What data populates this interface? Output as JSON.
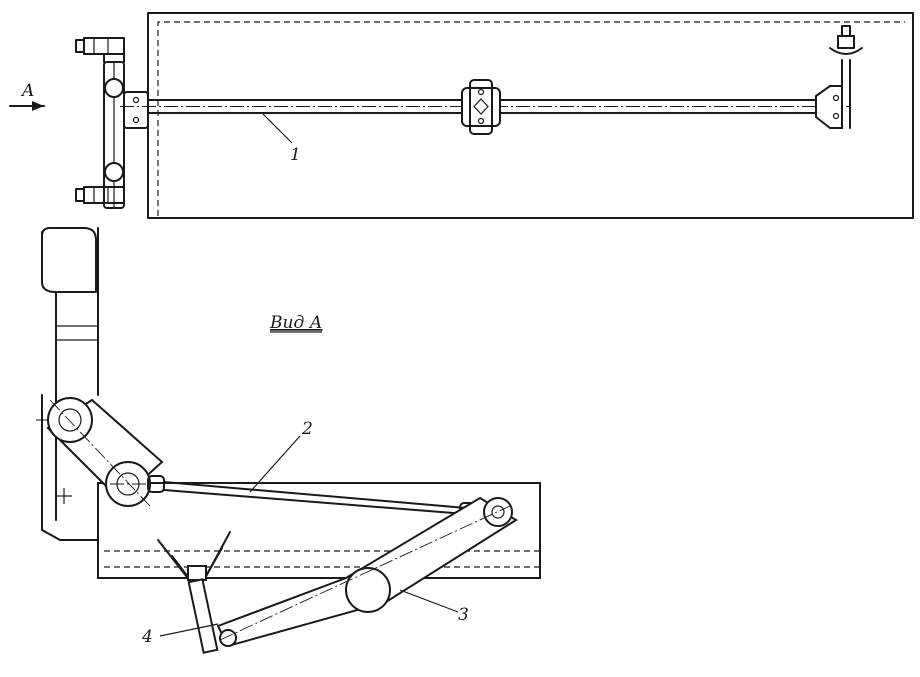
{
  "labels": {
    "arrow_a": "A",
    "part_1": "1",
    "part_2": "2",
    "part_3": "3",
    "part_4": "4",
    "view_title": "Вид А"
  },
  "colors": {
    "ink": "#1a1a1a",
    "paper": "#ffffff"
  }
}
